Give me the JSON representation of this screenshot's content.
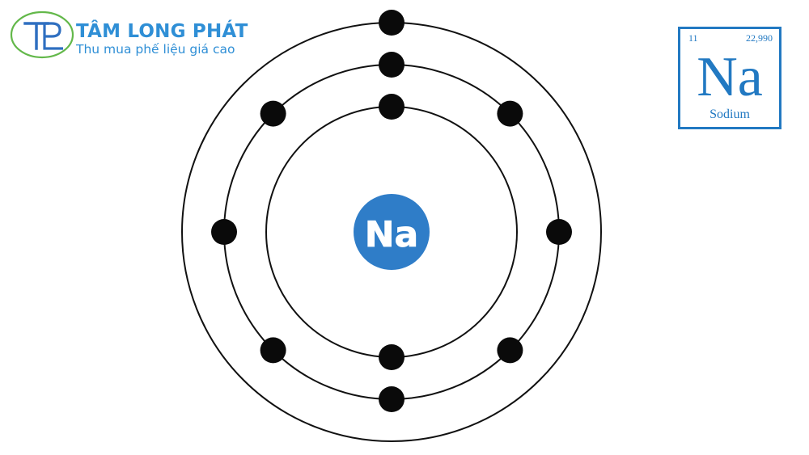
{
  "logo": {
    "monogram": "TLP",
    "brand_name": "TÂM LONG PHÁT",
    "tagline": "Thu mua phế liệu giá cao"
  },
  "atom": {
    "nucleus_label": "Na",
    "shells": [
      2,
      8,
      1
    ]
  },
  "element_card": {
    "atomic_number": "11",
    "atomic_mass": "22,990",
    "symbol": "Na",
    "name": "Sodium"
  },
  "colors": {
    "brand": "#2f8fd6",
    "nucleus": "#2f7dc8",
    "card": "#2279c2",
    "logo_ellipse": "#63b84a",
    "electron": "#0a0a0a"
  }
}
